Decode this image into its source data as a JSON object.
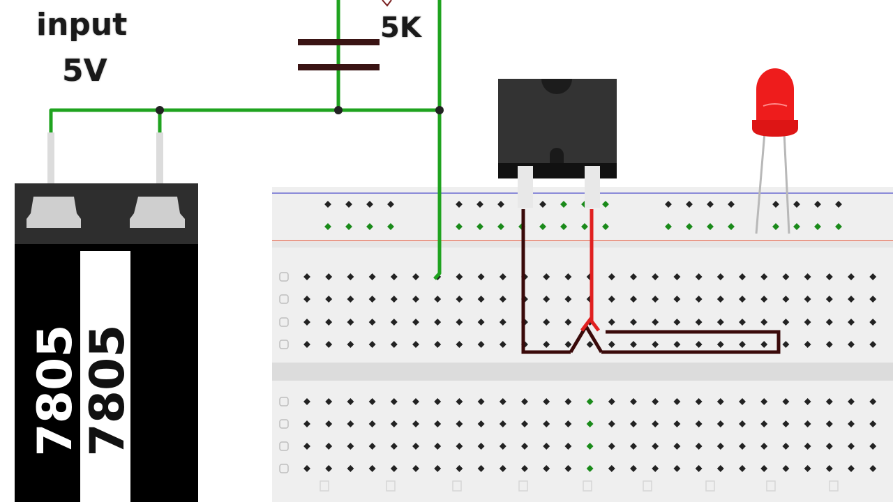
{
  "labels": {
    "input": "input",
    "voltage": "5V",
    "resistor": "5K"
  },
  "regulator": {
    "text_1": "7805",
    "text_2": "7805"
  },
  "breadboard": {
    "top_rail_cols": 26,
    "main_cols": 27
  },
  "colors": {
    "wire_green": "#1fa31f",
    "wire_red": "#e02020",
    "wire_dark": "#3a0a0a",
    "led_red": "#ee1c1c",
    "board_bg": "#eeeeee",
    "rail_blue": "#8a8ad8",
    "rail_red": "#e89a8a",
    "capacitor": "#3a1414",
    "chip_body": "#2e2e2e"
  }
}
